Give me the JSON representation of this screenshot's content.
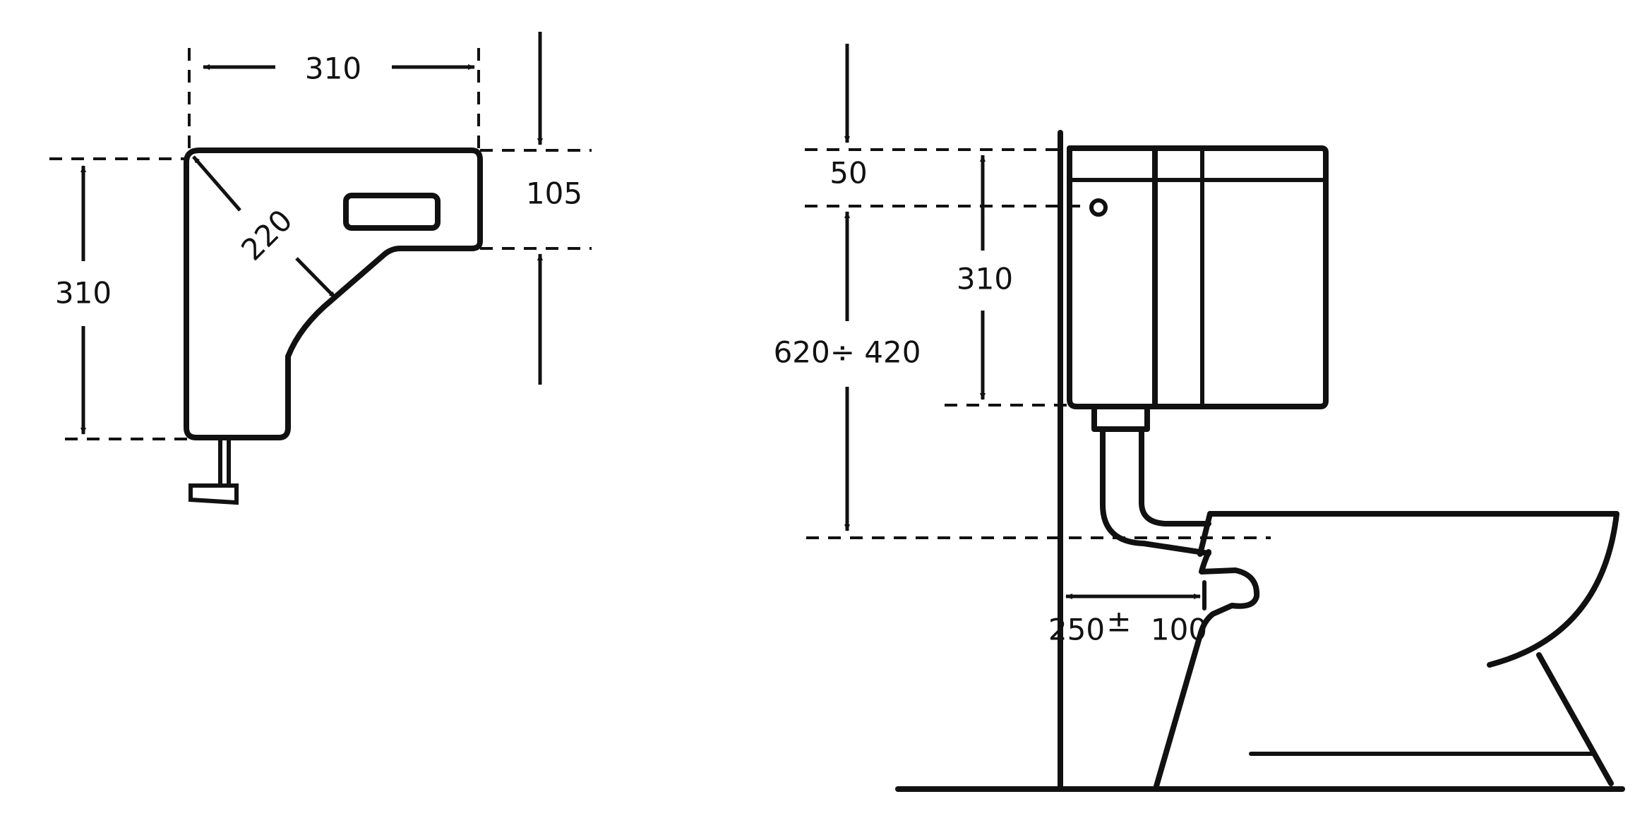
{
  "top_view": {
    "width_label": "310",
    "depth_label": "310",
    "diagonal_label": "220",
    "offset_label": "105"
  },
  "side_view": {
    "top_gap_label": "50",
    "tank_height_label": "310",
    "mount_height_label": "620÷ 420",
    "wall_offset_label": "250",
    "wall_offset_pm": "±",
    "wall_offset_tolerance": "100"
  }
}
